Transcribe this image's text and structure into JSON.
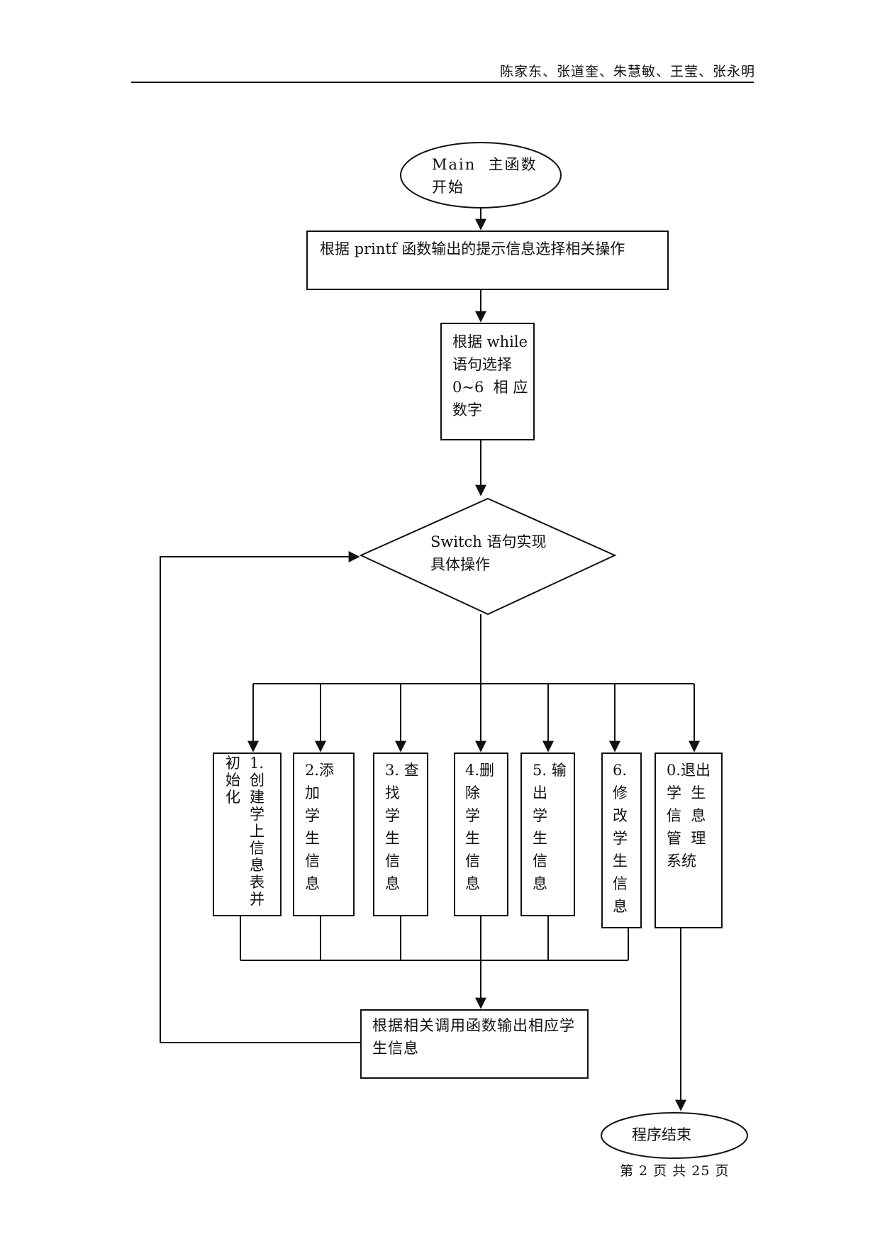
{
  "header": {
    "authors": "陈家东、张道奎、朱慧敏、王莹、张永明"
  },
  "flow": {
    "start": "Main  主函数\n开始",
    "step1": "根据 printf 函数输出的提示信息选择相关操作",
    "step2": "根据 while\n语句选择\n0~6  相 应\n数字",
    "decision": "Switch 语句实现\n具体操作",
    "options": [
      {
        "col1": "初\n始\n化",
        "col2": "1.\n创\n建\n学\n上\n信\n息\n表\n并"
      },
      {
        "text": "2.添\n加\n学\n生\n信\n息"
      },
      {
        "text": "3. 查\n找\n学\n生\n信\n息"
      },
      {
        "text": "4.删\n除\n学\n生\n信\n息"
      },
      {
        "text": "5. 输\n出\n学\n生\n信\n息"
      },
      {
        "text": "6.\n修\n改\n学\n生\n信\n息"
      },
      {
        "text": "0.退出\n学  生\n信  息\n管  理\n系统"
      }
    ],
    "output": "根据相关调用函数输出相应学\n生信息",
    "end": "程序结束"
  },
  "footer": {
    "page_info": "第  2  页  共 25 页"
  }
}
